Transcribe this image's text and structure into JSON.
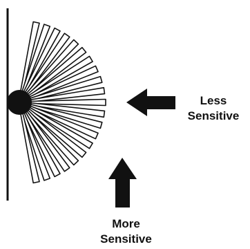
{
  "labels": {
    "less": {
      "line1": "Less",
      "line2": "Sensitive"
    },
    "more": {
      "line1": "More",
      "line2": "Sensitive"
    }
  },
  "colors": {
    "ink": "#111111",
    "background": "#ffffff"
  },
  "icons": {
    "fan": "sensor-fan-icon",
    "arrow_less": "arrow-left-icon",
    "arrow_more": "arrow-up-icon"
  }
}
